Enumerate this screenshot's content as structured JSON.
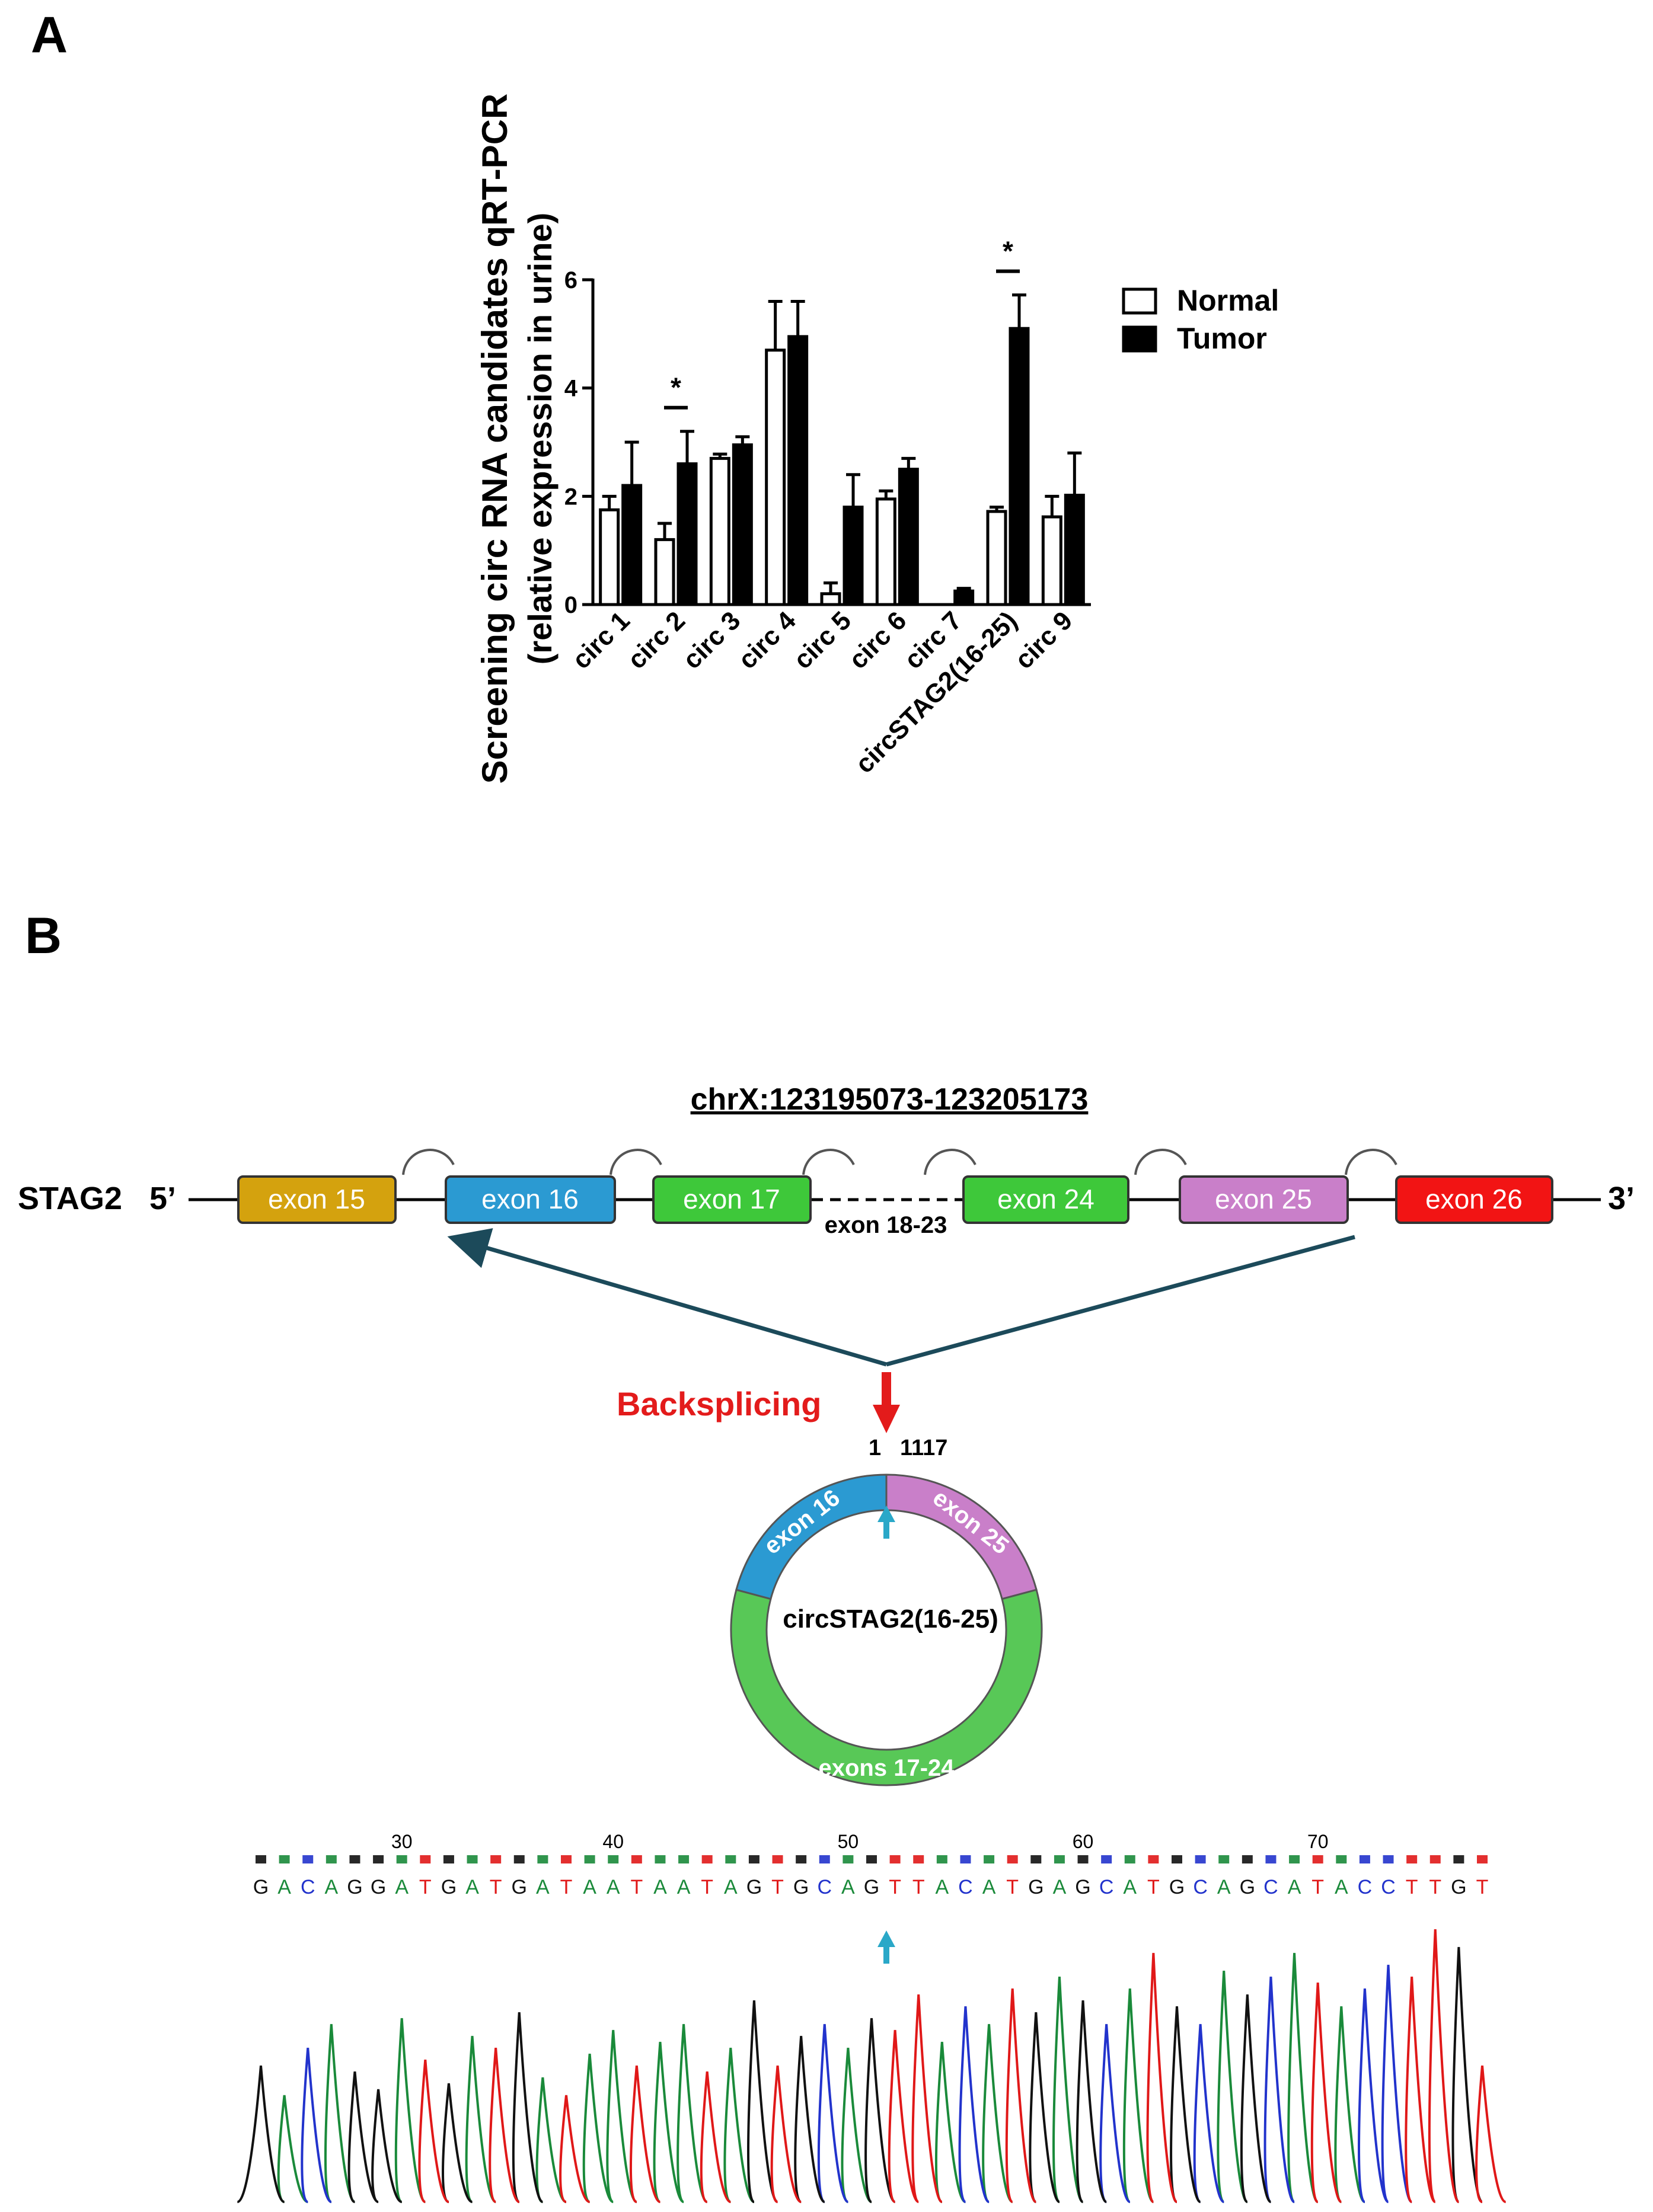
{
  "panels": {
    "a": "A",
    "b": "B"
  },
  "chart_data": {
    "type": "bar",
    "ylabel_line1": "Screening circ RNA candidates qRT-PCR",
    "ylabel_line2": "(relative expression in urine)",
    "ylim": [
      0,
      6
    ],
    "yticks": [
      "0",
      "2",
      "4",
      "6"
    ],
    "categories": [
      "circ 1",
      "circ 2",
      "circ 3",
      "circ 4",
      "circ 5",
      "circ 6",
      "circ 7",
      "circSTAG2(16-25)",
      "circ 9"
    ],
    "series": [
      {
        "name": "Normal",
        "values": [
          1.75,
          1.2,
          2.7,
          4.7,
          0.2,
          1.95,
          0.0,
          1.72,
          1.62
        ],
        "errors": [
          0.25,
          0.3,
          0.08,
          0.9,
          0.2,
          0.15,
          0.0,
          0.08,
          0.38
        ]
      },
      {
        "name": "Tumor",
        "values": [
          2.2,
          2.6,
          2.95,
          4.95,
          1.8,
          2.5,
          0.25,
          5.1,
          2.02
        ],
        "errors": [
          0.8,
          0.6,
          0.15,
          0.65,
          0.6,
          0.2,
          0.05,
          0.62,
          0.78
        ]
      }
    ],
    "significance": [
      {
        "category": "circ 2",
        "label": "*"
      },
      {
        "category": "circSTAG2(16-25)",
        "label": "*"
      }
    ],
    "legend_position": "top-right",
    "grid": false
  },
  "diagram": {
    "coordinate": "chrX:123195073-123205173",
    "gene": "STAG2",
    "five_prime": "5’",
    "three_prime": "3’",
    "exons": [
      {
        "label": "exon 15",
        "color": "#d4a20e"
      },
      {
        "label": "exon 16",
        "color": "#2b9ad2"
      },
      {
        "label": "exon 17",
        "color": "#3ec83a"
      },
      {
        "label": "exon  24",
        "color": "#3ec83a"
      },
      {
        "label": "exon 25",
        "color": "#c97fc9"
      },
      {
        "label": "exon 26",
        "color": "#f21414"
      }
    ],
    "gap_label": "exon 18-23",
    "backsplicing": "Backsplicing",
    "pos_start": "1",
    "pos_end": "1117",
    "circle_label": "circSTAG2(16-25)",
    "arc_exon16": "exon 16",
    "arc_exon25": "exon 25",
    "arc_exons": "exons 17-24",
    "colors": {
      "exon16": "#2b9ad2",
      "exon25": "#c97fc9",
      "exons17_24": "#58c857",
      "arrow_red": "#e31b1b",
      "arrow_teal": "#2aa8c8",
      "connector": "#1c4a5a"
    }
  },
  "sequence": {
    "ticks": [
      "30",
      "40",
      "50",
      "60",
      "70"
    ],
    "bases": "GACAGGATGATGATAATAATAGTGCAGTTACATGAGCATGCAGCATACCTTGT",
    "colors": {
      "A": "#1a8a3a",
      "C": "#2233cc",
      "G": "#111111",
      "T": "#e01818"
    }
  }
}
